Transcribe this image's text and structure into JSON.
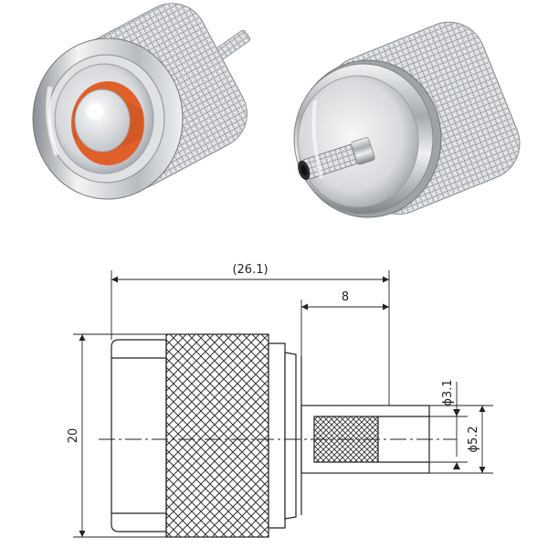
{
  "photos": {
    "left_connector": "n-plug-front-view",
    "right_connector": "n-plug-crimp-side-view",
    "metal_color": "#c8cacd",
    "insulator_color": "#e0602a",
    "pin_color": "#ececec"
  },
  "drawing": {
    "dim_overall_length": "(26.1)",
    "dim_crimp_length": "8",
    "dim_body_diameter": "20",
    "dim_inner_diameter": "ϕ3.1",
    "dim_outer_diameter": "ϕ5.2",
    "line_color": "#222222",
    "knurl_color": "#333333"
  }
}
